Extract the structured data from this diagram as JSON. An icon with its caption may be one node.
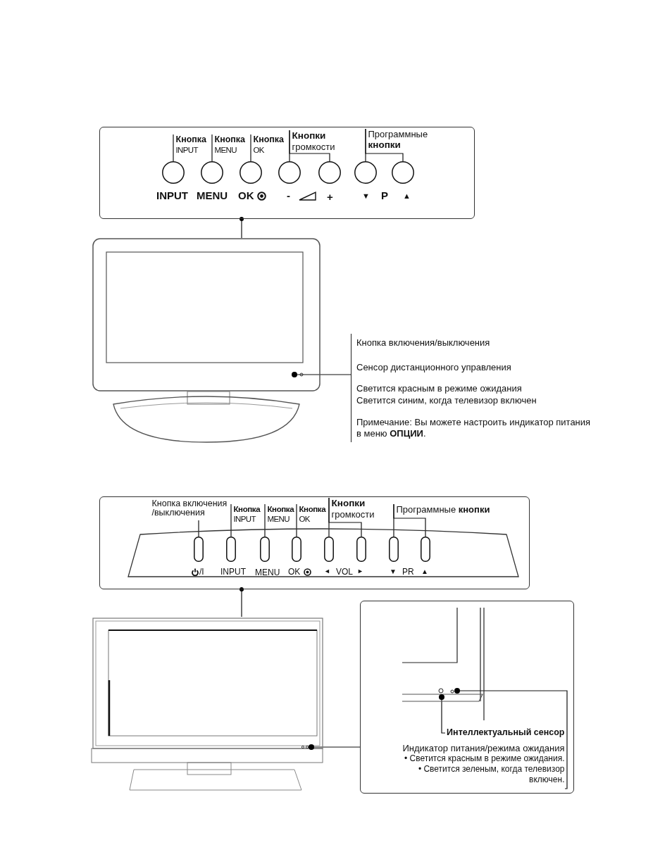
{
  "diagram": {
    "nodes": [
      {
        "text": [],
        "shape": "box"
      },
      {
        "text": [
          "Кнопка",
          "INPUT"
        ],
        "in": 0
      },
      {
        "text": [
          "Кнопка",
          "MENU"
        ],
        "in": 0
      },
      {
        "text": [
          "Кнопка",
          "OK"
        ],
        "in": 0
      },
      {
        "text": [
          "Кнопки",
          "громкости"
        ],
        "in": 0
      },
      {
        "text": [
          "Программные",
          "кнопки"
        ],
        "in": 0
      },
      {
        "text": [],
        "shape": "circle",
        "in": 0
      },
      {
        "text": [],
        "shape": "circle",
        "in": 0
      },
      {
        "text": [],
        "shape": "circle",
        "in": 0
      },
      {
        "text": [],
        "shape": "circle",
        "in": 0
      },
      {
        "text": [],
        "shape": "circle",
        "in": 0
      },
      {
        "text": [],
        "shape": "circle",
        "in": 0
      },
      {
        "text": [],
        "shape": "circle",
        "in": 0
      },
      {
        "text": [],
        "shape": "picture"
      },
      {
        "text": [],
        "shape": "dot",
        "in": 13
      },
      {
        "text": [
          "Кнопка включения/выключения",
          "Сенсор дистанционного управления",
          "Светится красным в режиме ожидания",
          "Светится синим, когда телевизор включен",
          "Примечание: Вы можете настроить индикатор питания в меню **ОПЦИИ**."
        ]
      },
      {
        "text": [],
        "shape": "box"
      },
      {
        "text": [
          "Кнопка включения /выключения"
        ],
        "in": 16
      },
      {
        "text": [
          "Кнопка",
          "INPUT"
        ],
        "in": 16
      },
      {
        "text": [
          "Кнопка",
          "MENU"
        ],
        "in": 16
      },
      {
        "text": [
          "Кнопка",
          "OK"
        ],
        "in": 16
      },
      {
        "text": [
          "Кнопки",
          "громкости"
        ],
        "in": 16
      },
      {
        "text": [
          "Программные **кнопки**"
        ],
        "in": 16
      },
      {
        "text": [],
        "shape": "button",
        "in": 16
      },
      {
        "text": [],
        "shape": "button",
        "in": 16
      },
      {
        "text": [],
        "shape": "button",
        "in": 16
      },
      {
        "text": [],
        "shape": "button",
        "in": 16
      },
      {
        "text": [],
        "shape": "button",
        "in": 16
      },
      {
        "text": [],
        "shape": "button",
        "in": 16
      },
      {
        "text": [],
        "shape": "button",
        "in": 16
      },
      {
        "text": [],
        "shape": "button",
        "in": 16
      },
      {
        "text": [],
        "shape": "picture"
      },
      {
        "text": [],
        "shape": "dot",
        "in": 31
      },
      {
        "text": [],
        "shape": "box"
      },
      {
        "text": [],
        "shape": "dot",
        "in": 33
      },
      {
        "text": [],
        "shape": "dot",
        "in": 33
      },
      {
        "text": [
          "Интеллектуальный сенсор"
        ],
        "in": 33
      },
      {
        "text": [
          "Индикатор питания/режима ожидания",
          "• Светится красным в режиме ожидания.",
          "• Светится зеленым, когда телевизор включен."
        ],
        "in": 33
      }
    ],
    "edges": [
      {
        "from": 1,
        "to": 6,
        "arrow": "none"
      },
      {
        "from": 2,
        "to": 7,
        "arrow": "none"
      },
      {
        "from": 3,
        "to": 8,
        "arrow": "none"
      },
      {
        "from": 4,
        "to": 9,
        "arrow": "none"
      },
      {
        "from": 4,
        "to": 10,
        "arrow": "none"
      },
      {
        "from": 5,
        "to": 11,
        "arrow": "none"
      },
      {
        "from": 5,
        "to": 12,
        "arrow": "none"
      },
      {
        "from": 0,
        "to": 13,
        "arrow": "other"
      },
      {
        "from": 15,
        "to": 14,
        "arrow": "none"
      },
      {
        "from": 17,
        "to": 23,
        "arrow": "none"
      },
      {
        "from": 18,
        "to": 24,
        "arrow": "none"
      },
      {
        "from": 19,
        "to": 25,
        "arrow": "none"
      },
      {
        "from": 20,
        "to": 26,
        "arrow": "none"
      },
      {
        "from": 21,
        "to": 27,
        "arrow": "none"
      },
      {
        "from": 21,
        "to": 28,
        "arrow": "none"
      },
      {
        "from": 22,
        "to": 29,
        "arrow": "none"
      },
      {
        "from": 22,
        "to": 30,
        "arrow": "none"
      },
      {
        "from": 16,
        "to": 31,
        "arrow": "other"
      },
      {
        "from": 32,
        "to": 33,
        "arrow": "none"
      },
      {
        "from": 36,
        "to": 34,
        "arrow": "none"
      },
      {
        "from": 37,
        "to": 35,
        "arrow": "none"
      }
    ],
    "labels": [
      "INPUT",
      "MENU",
      "OK",
      "-",
      "+",
      "▼",
      "P",
      "▲",
      "/I",
      "INPUT",
      "MENU",
      "OK",
      "◄",
      "VOL",
      "►",
      "▼",
      "PR",
      "▲"
    ]
  }
}
